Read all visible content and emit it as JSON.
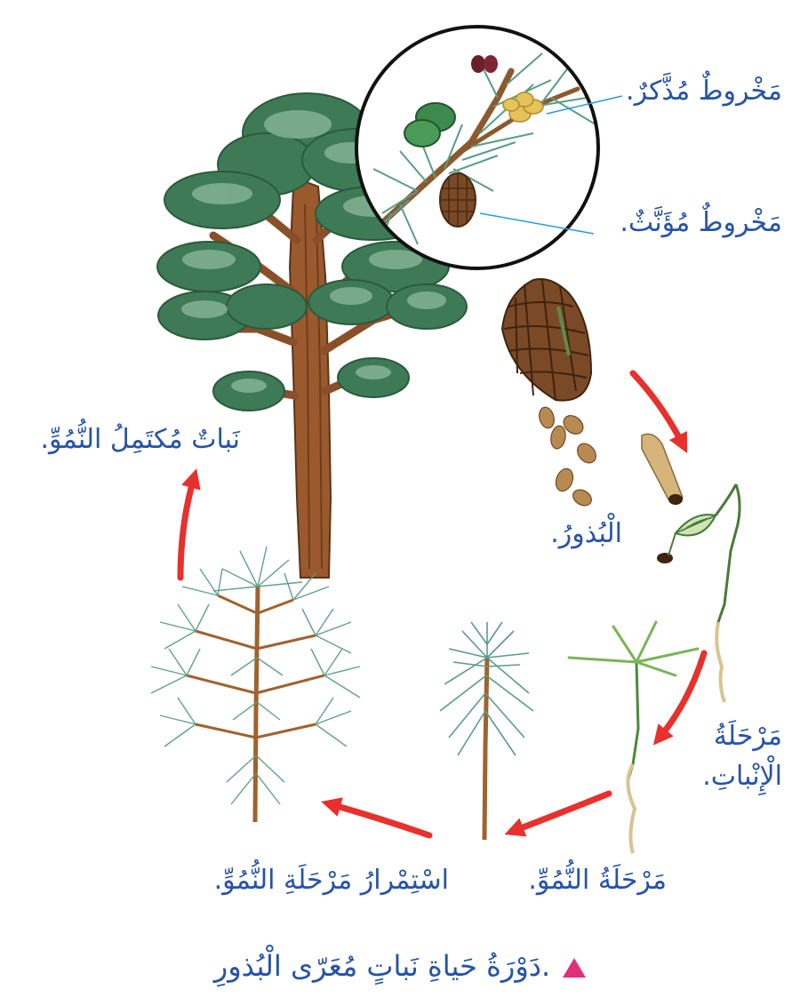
{
  "labels": {
    "male_cone": "مَخْروطٌ مُذَّكرٌ.",
    "female_cone": "مَخْروطٌ مُؤَنَّثٌ.",
    "seeds": "الْبُذورُ.",
    "germination_1": "مَرْحَلَةُ",
    "germination_2": "الْإِنْباتِ.",
    "growth": "مَرْحَلَةُ النُّمُوِّ.",
    "continued_growth": "اسْتِمْرارُ مَرْحَلَةِ النُّمُوِّ.",
    "mature_plant": "نَباتٌ مُكتَمِلُ النُّمُوِّ."
  },
  "caption": "دَوْرَةُ حَياةِ نَباتٍ مُعَرّى الْبُذورِ.",
  "colors": {
    "label_text": "#2753a8",
    "arrow": "#e8302c",
    "foliage_dark": "#3d7a55",
    "foliage_light": "#7fb08f",
    "trunk": "#9a5a2e",
    "pine_needles": "#5a9c86",
    "cone_brown": "#7a4a26",
    "pollen_yellow": "#e6c25a",
    "root_tan": "#d9c391",
    "caption_marker": "#e0307a",
    "leader_line": "#2a9fd6"
  }
}
